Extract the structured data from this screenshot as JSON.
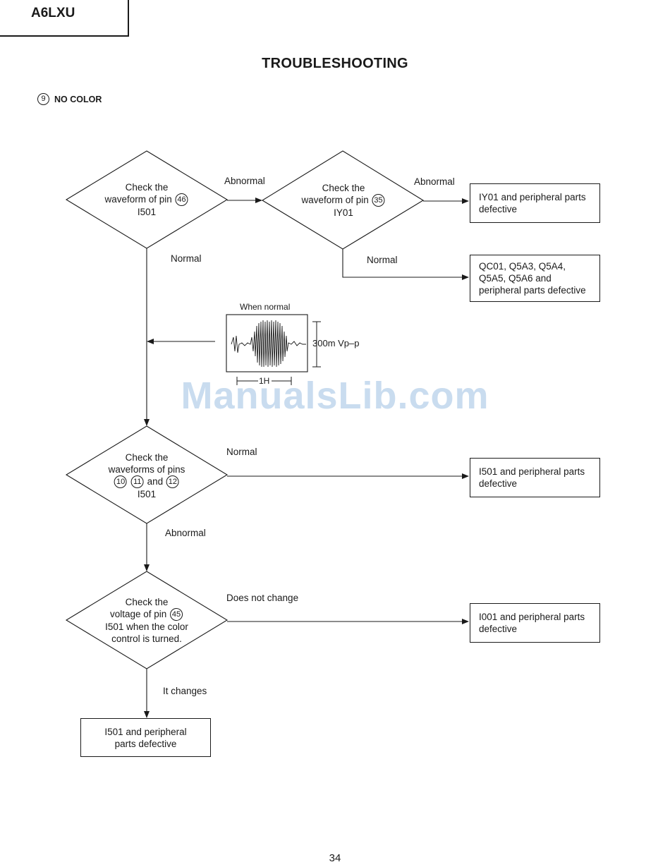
{
  "header": {
    "model": "A6LXU",
    "title": "TROUBLESHOOTING"
  },
  "section": {
    "number": "9",
    "label": "NO COLOR"
  },
  "decisions": {
    "d1": {
      "line1": "Check the",
      "line2_prefix": "waveform of pin",
      "pin": "46",
      "line3": "I501"
    },
    "d2": {
      "line1": "Check the",
      "line2_prefix": "waveform of pin",
      "pin": "35",
      "line3": "IY01"
    },
    "d3": {
      "line1": "Check the",
      "line2": "waveforms of pins",
      "pin_a": "10",
      "pin_b": "11",
      "and_word": "and",
      "pin_c": "12",
      "line4": "I501"
    },
    "d4": {
      "line1": "Check the",
      "line2_prefix": "voltage of pin",
      "pin": "45",
      "line3": "I501 when the color",
      "line4": "control is turned."
    }
  },
  "results": {
    "r1": {
      "line1": "IY01 and peripheral parts",
      "line2": "defective"
    },
    "r2": {
      "line1": "QC01, Q5A3, Q5A4,",
      "line2": "Q5A5, Q5A6 and",
      "line3": "peripheral parts defective"
    },
    "r3": {
      "line1": "I501 and peripheral parts",
      "line2": "defective"
    },
    "r4": {
      "line1": "I001 and peripheral parts",
      "line2": "defective"
    },
    "r5": {
      "line1": "I501 and peripheral",
      "line2": "parts defective"
    }
  },
  "branch_labels": {
    "d1_abnormal": "Abnormal",
    "d1_normal": "Normal",
    "d2_abnormal": "Abnormal",
    "d2_normal": "Normal",
    "d3_normal": "Normal",
    "d3_abnormal": "Abnormal",
    "d4_no_change": "Does not change",
    "d4_changes": "It changes"
  },
  "waveform": {
    "caption": "When normal",
    "amplitude": "300m Vp–p",
    "period": "1H"
  },
  "watermark": "ManualsLib.com",
  "page_number": "34"
}
